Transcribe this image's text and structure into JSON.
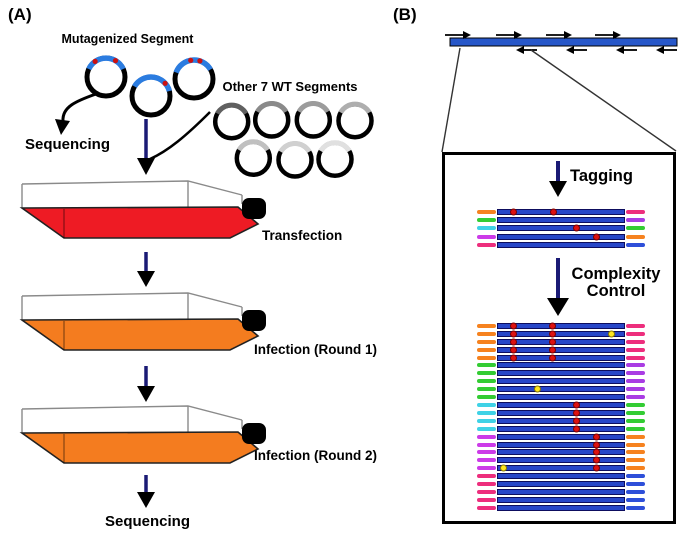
{
  "figure": {
    "background": "#ffffff"
  },
  "panel_a": {
    "label": "(A)",
    "mutagenized_label": "Mutagenized Segment",
    "other_wt_label": "Other 7 WT Segments",
    "sequencing_top": "Sequencing",
    "sequencing_bottom": "Sequencing",
    "plasmid": {
      "ring_color": "#000000",
      "insert_color": "#2B7CE0",
      "mutation_color": "#CC1111"
    },
    "wt_arc_shades": [
      "#606060",
      "#8a8a8a",
      "#9c9c9c",
      "#aeaeae",
      "#c0c0c0",
      "#d0d0d0",
      "#e0e0e0"
    ],
    "flasks": [
      {
        "label": "Transfection",
        "liquid_color": "#EE1B24"
      },
      {
        "label": "Infection (Round 1)",
        "liquid_color": "#F47C1F"
      },
      {
        "label": "Infection (Round 2)",
        "liquid_color": "#F47C1F"
      }
    ],
    "arrow_color": "#1A1A75"
  },
  "panel_b": {
    "label": "(B)",
    "tagging_label": "Tagging",
    "complexity_label": [
      "Complexity",
      "Control"
    ],
    "genome_bar_color": "#2757C9",
    "primers_top_count": 4,
    "primers_bottom_count": 4,
    "strand_color": "#2746C8",
    "strand_border": "#0d0d5e",
    "dot_colors": {
      "red": "#DD1111",
      "yellow": "#FFE71F"
    },
    "tag_colors": {
      "orange": "#F6821F",
      "pink": "#ED2E7D",
      "green": "#33CC33",
      "violet": "#A93CE3",
      "cyan": "#3FD2E6",
      "magenta": "#CC3BE8",
      "blue": "#2E4FD9"
    },
    "tagging_strands": [
      {
        "left": "orange",
        "right": "pink",
        "red": [
          0.12,
          0.44
        ],
        "yellow": []
      },
      {
        "left": "green",
        "right": "violet",
        "red": [],
        "yellow": []
      },
      {
        "left": "cyan",
        "right": "green",
        "red": [
          0.62
        ],
        "yellow": []
      },
      {
        "left": "magenta",
        "right": "orange",
        "red": [
          0.78
        ],
        "yellow": []
      },
      {
        "left": "pink",
        "right": "blue",
        "red": [],
        "yellow": []
      }
    ],
    "complexity_strands": [
      {
        "left": "orange",
        "right": "pink",
        "red": [
          0.12,
          0.43
        ],
        "yellow": []
      },
      {
        "left": "orange",
        "right": "pink",
        "red": [
          0.12,
          0.43
        ],
        "yellow": [
          0.9
        ]
      },
      {
        "left": "orange",
        "right": "pink",
        "red": [
          0.12,
          0.43
        ],
        "yellow": []
      },
      {
        "left": "orange",
        "right": "pink",
        "red": [
          0.12,
          0.43
        ],
        "yellow": []
      },
      {
        "left": "orange",
        "right": "pink",
        "red": [
          0.12,
          0.43
        ],
        "yellow": []
      },
      {
        "left": "green",
        "right": "violet",
        "red": [],
        "yellow": []
      },
      {
        "left": "green",
        "right": "violet",
        "red": [],
        "yellow": []
      },
      {
        "left": "green",
        "right": "violet",
        "red": [],
        "yellow": []
      },
      {
        "left": "green",
        "right": "violet",
        "red": [],
        "yellow": [
          0.31
        ]
      },
      {
        "left": "green",
        "right": "violet",
        "red": [],
        "yellow": []
      },
      {
        "left": "cyan",
        "right": "green",
        "red": [
          0.62
        ],
        "yellow": []
      },
      {
        "left": "cyan",
        "right": "green",
        "red": [
          0.62
        ],
        "yellow": []
      },
      {
        "left": "cyan",
        "right": "green",
        "red": [
          0.62
        ],
        "yellow": []
      },
      {
        "left": "cyan",
        "right": "green",
        "red": [
          0.62
        ],
        "yellow": []
      },
      {
        "left": "magenta",
        "right": "orange",
        "red": [
          0.78
        ],
        "yellow": []
      },
      {
        "left": "magenta",
        "right": "orange",
        "red": [
          0.78
        ],
        "yellow": []
      },
      {
        "left": "magenta",
        "right": "orange",
        "red": [
          0.78
        ],
        "yellow": []
      },
      {
        "left": "magenta",
        "right": "orange",
        "red": [
          0.78
        ],
        "yellow": []
      },
      {
        "left": "magenta",
        "right": "orange",
        "red": [
          0.78
        ],
        "yellow": [
          0.04
        ]
      },
      {
        "left": "pink",
        "right": "blue",
        "red": [],
        "yellow": []
      },
      {
        "left": "pink",
        "right": "blue",
        "red": [],
        "yellow": []
      },
      {
        "left": "pink",
        "right": "blue",
        "red": [],
        "yellow": []
      },
      {
        "left": "pink",
        "right": "blue",
        "red": [],
        "yellow": []
      },
      {
        "left": "pink",
        "right": "blue",
        "red": [],
        "yellow": []
      }
    ]
  }
}
